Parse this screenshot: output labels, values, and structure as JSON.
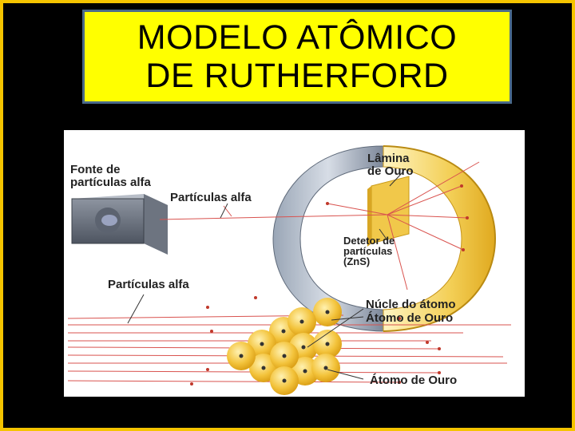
{
  "title": {
    "line1": "MODELO ATÔMICO",
    "line2": "DE RUTHERFORD"
  },
  "diagram": {
    "labels": {
      "source_line1": "Fonte de",
      "source_line2": "partículas alfa",
      "particles_top": "Partículas alfa",
      "foil_line1": "Lâmina",
      "foil_line2": "de Ouro",
      "detector_line1": "Detetor de",
      "detector_line2": "partículas",
      "detector_line3": "(ZnS)",
      "particles_bottom": "Partículas alfa",
      "nucleus": "Núcle do átomo",
      "gold_atom_1": "Átomo de Ouro",
      "gold_atom_2": "Átomo de Ouro"
    },
    "colors": {
      "frame": "#f5c400",
      "title_bg": "#ffff00",
      "gold": "#f2c43a",
      "ray": "#d9534f",
      "detector": "#7f8ea3"
    }
  }
}
